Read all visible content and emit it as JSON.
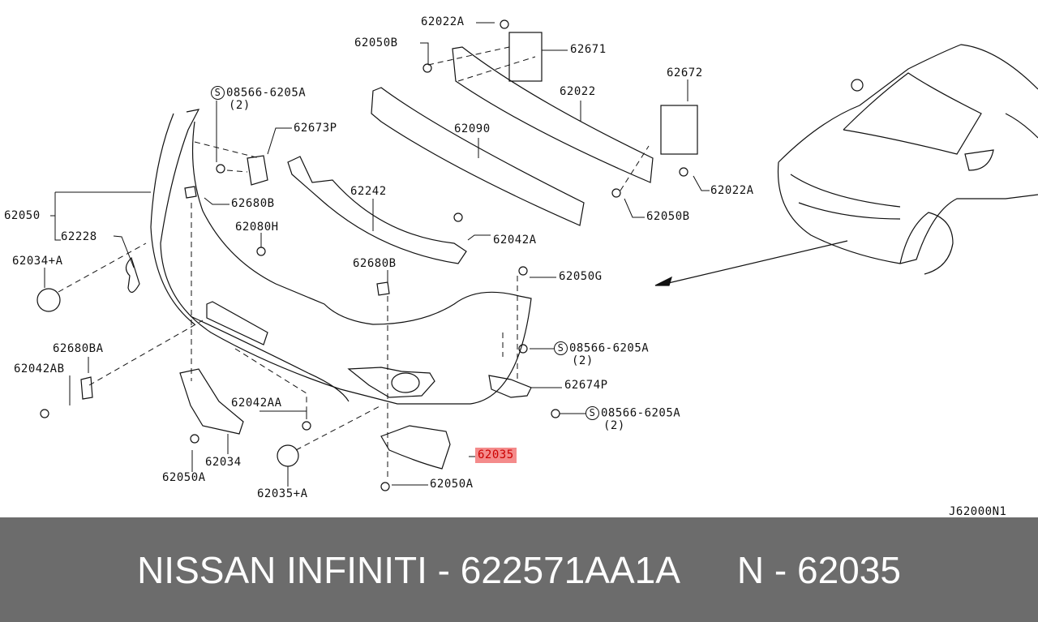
{
  "labels": [
    "62022A",
    "62050B",
    "62671",
    "62672",
    "62022",
    "08566-6205A",
    "62673P",
    "62090",
    "62242",
    "62680B",
    "62050",
    "62228",
    "62080H",
    "62042A",
    "62034+A",
    "62022A",
    "62050B",
    "62680B",
    "62050G",
    "08566-6205A",
    "62680BA",
    "62042AB",
    "62674P",
    "62042AA",
    "08566-6205A",
    "62034",
    "62035",
    "62050A",
    "62050A",
    "62035+A"
  ],
  "qty": "(2)",
  "std_symbol": "S",
  "diagram_code": "J62000N1",
  "highlight_color": "#f48b8b",
  "footer": {
    "left": "NISSAN  INFINITI - 622571AA1A",
    "right": "N - 62035"
  }
}
